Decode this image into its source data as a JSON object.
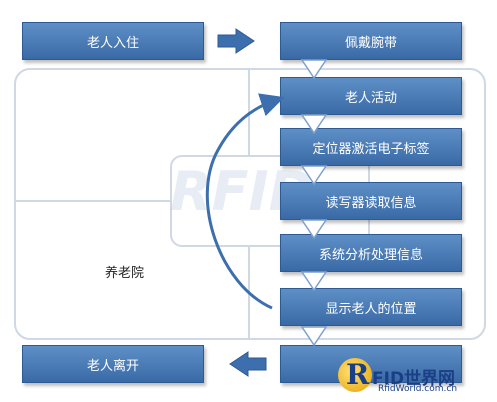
{
  "steps": {
    "check_in": "老人入住",
    "wear_band": "佩戴腕带",
    "activity": "老人活动",
    "activate_tag": "定位器激活电子标签",
    "reader_read": "读写器读取信息",
    "system_process": "系统分析处理信息",
    "show_position": "显示老人的位置",
    "leave": "老人离开"
  },
  "area_label": "养老院",
  "logo": {
    "brand_prefix": "R",
    "brand_text": "FID世界网",
    "url": "RfidWorld.com.cn"
  },
  "colors": {
    "box_fill": "#3a6aa6",
    "arrow_fill": "#3d6ead",
    "frame_border": "#cfd8e3"
  }
}
